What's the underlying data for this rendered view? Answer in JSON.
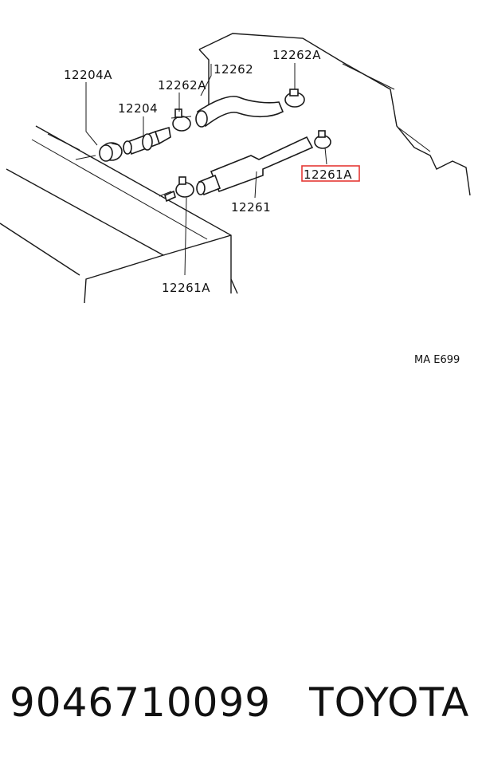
{
  "labels": {
    "p12204A": "12204A",
    "p12204": "12204",
    "p12262A_left": "12262A",
    "p12262": "12262",
    "p12262A_right": "12262A",
    "p12261A_right": "12261A",
    "p12261": "12261",
    "p12261A_bottom": "12261A",
    "diagram_code": "MA E699"
  },
  "highlight": {
    "color": "#e53935"
  },
  "footer": {
    "part_number": "9046710099",
    "brand": "TOYOTA"
  }
}
